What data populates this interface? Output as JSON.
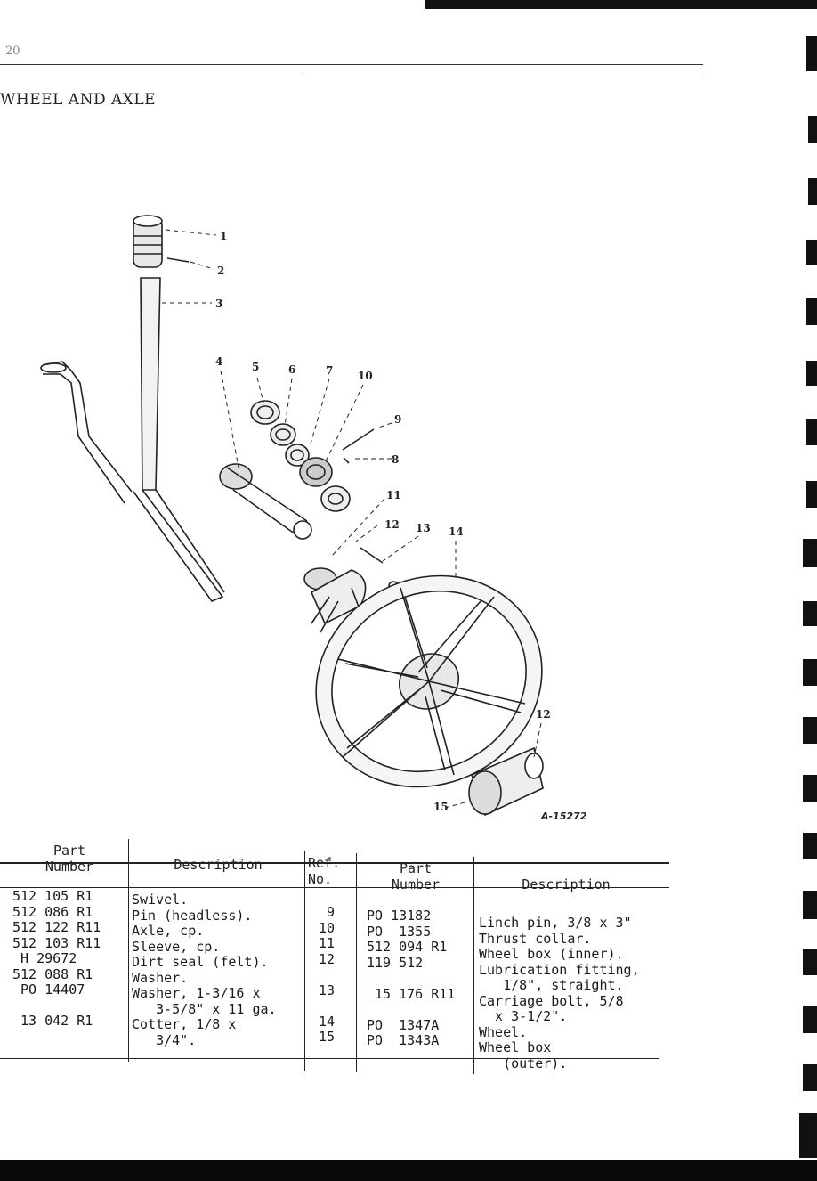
{
  "header": {
    "page_number": "20",
    "section_title": "WHEEL AND AXLE"
  },
  "diagram": {
    "figure_id": "A-15272",
    "callouts": [
      "1",
      "2",
      "3",
      "4",
      "5",
      "6",
      "7",
      "10",
      "9",
      "8",
      "11",
      "12",
      "13",
      "14",
      "12",
      "15"
    ]
  },
  "table": {
    "headers": {
      "part_number": "Part\nNumber",
      "description": "Description",
      "ref_no": "Ref.\nNo.",
      "part_number_2": "Part\nNumber",
      "description_2": "Description"
    },
    "left_part_numbers": "512 105 R1\n512 086 R1\n512 122 R11\n512 103 R11\n H 29672\n512 088 R1\n PO 14407\n\n 13 042 R1",
    "left_descriptions": "Swivel.\nPin (headless).\nAxle, cp.\nSleeve, cp.\nDirt seal (felt).\nWasher.\nWasher, 1-3/16 x\n   3-5/8\" x 11 ga.\nCotter, 1/8 x\n   3/4\".",
    "ref_numbers": " 9\n10\n11\n12\n\n13\n\n14\n15",
    "right_part_numbers": "PO 13182\nPO  1355\n512 094 R1\n119 512\n\n 15 176 R11\n\nPO  1347A\nPO  1343A",
    "right_descriptions": "Linch pin, 3/8 x 3\"\nThrust collar.\nWheel box (inner).\nLubrication fitting,\n   1/8\", straight.\nCarriage bolt, 5/8\n  x 3-1/2\".\nWheel.\nWheel box\n   (outer)."
  }
}
